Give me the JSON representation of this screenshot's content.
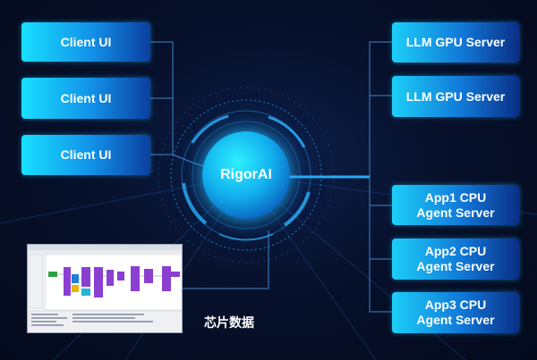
{
  "diagram": {
    "left_nodes": [
      {
        "label": "Client UI"
      },
      {
        "label": "Client UI"
      },
      {
        "label": "Client UI"
      }
    ],
    "right_nodes": [
      {
        "label": "LLM GPU Server"
      },
      {
        "label": "LLM GPU Server"
      },
      {
        "label": "App1 CPU\nAgent Server"
      },
      {
        "label": "App2 CPU\nAgent Server"
      },
      {
        "label": "App3 CPU\nAgent Server"
      }
    ],
    "core": {
      "label": "RigorAI"
    },
    "chip_caption": "芯片数据"
  },
  "colors": {
    "background": "#07112c",
    "node_light": "#18e0ff",
    "node_dark": "#0b3fa0",
    "wire": "#3d86c8",
    "ring": "#2aa8f0"
  }
}
